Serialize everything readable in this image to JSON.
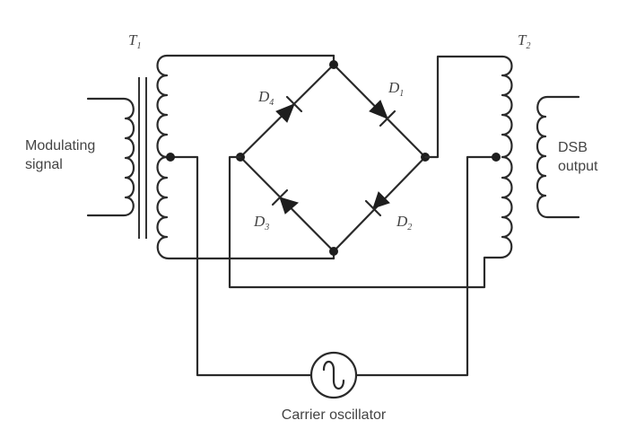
{
  "title": "Balanced ring modulator with diode bridge",
  "transformers": {
    "t1": {
      "label": "T",
      "subscript": "1"
    },
    "t2": {
      "label": "T",
      "subscript": "2"
    }
  },
  "diodes": [
    {
      "id": "d4",
      "label": "D",
      "subscript": "4"
    },
    {
      "id": "d1",
      "label": "D",
      "subscript": "1"
    },
    {
      "id": "d3",
      "label": "D",
      "subscript": "3"
    },
    {
      "id": "d2",
      "label": "D",
      "subscript": "2"
    }
  ],
  "labels": {
    "input_line1": "Modulating",
    "input_line2": "signal",
    "output_line1": "DSB",
    "output_line2": "output",
    "oscillator": "Carrier oscillator"
  },
  "colors": {
    "ink": "#2a2a2a",
    "text": "#444444",
    "background": "#ffffff"
  }
}
